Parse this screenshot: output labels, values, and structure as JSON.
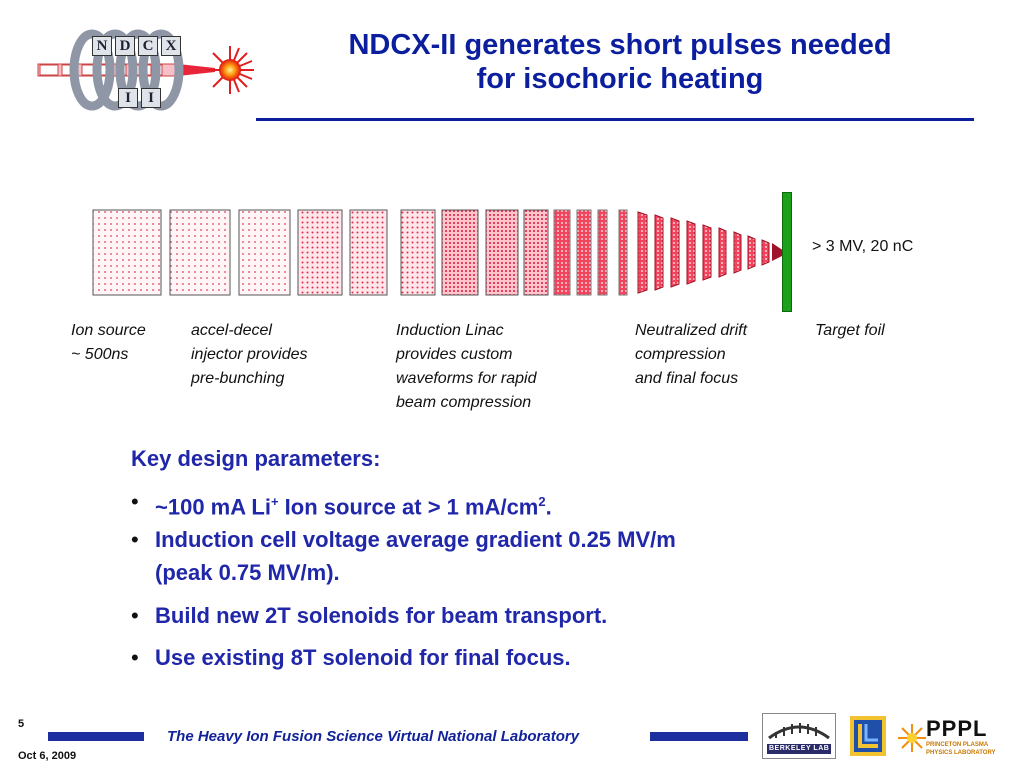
{
  "logo": {
    "letters_top": [
      "N",
      "D",
      "C",
      "X"
    ],
    "letters_bottom": [
      "I",
      "I"
    ]
  },
  "title": {
    "line1": "NDCX-II generates short pulses needed",
    "line2": "for isochoric heating"
  },
  "diagram": {
    "voltage_label": "> 3 MV, 20 nC"
  },
  "captions": [
    {
      "id": "ion-source",
      "text": "Ion source\n~ 500ns"
    },
    {
      "id": "injector",
      "text": "accel-decel\ninjector provides\npre-bunching"
    },
    {
      "id": "linac",
      "text": "Induction Linac\nprovides custom\nwaveforms for rapid\nbeam compression"
    },
    {
      "id": "drift",
      "text": "Neutralized drift\ncompression\nand final focus"
    },
    {
      "id": "target",
      "text": "Target foil"
    }
  ],
  "params": {
    "heading": "Key design parameters:",
    "bullet_char": "•",
    "items": [
      {
        "pre": "~100 mA Li",
        "sup1": "+",
        "mid": " Ion source at > 1 mA/cm",
        "sup2": "2",
        "post": "."
      },
      {
        "text": "Induction cell voltage average gradient 0.25 MV/m\n(peak 0.75 MV/m)."
      },
      {
        "text": "Build new 2T solenoids for beam transport."
      },
      {
        "text": "Use existing 8T solenoid for final focus."
      }
    ]
  },
  "footer": {
    "page_number": "5",
    "date": "Oct 6, 2009",
    "text": "The Heavy Ion Fusion Science Virtual National Laboratory",
    "logo_berkeley": "BERKELEY LAB",
    "logo_pppl": "PPPL",
    "logo_pppl_sub1": "PRINCETON PLASMA",
    "logo_pppl_sub2": "PHYSICS LABORATORY"
  },
  "colors": {
    "title_blue": "#0b1f9e",
    "param_blue": "#2027a8",
    "target_green": "#1aa01a",
    "beam_red": "#e0102a"
  }
}
